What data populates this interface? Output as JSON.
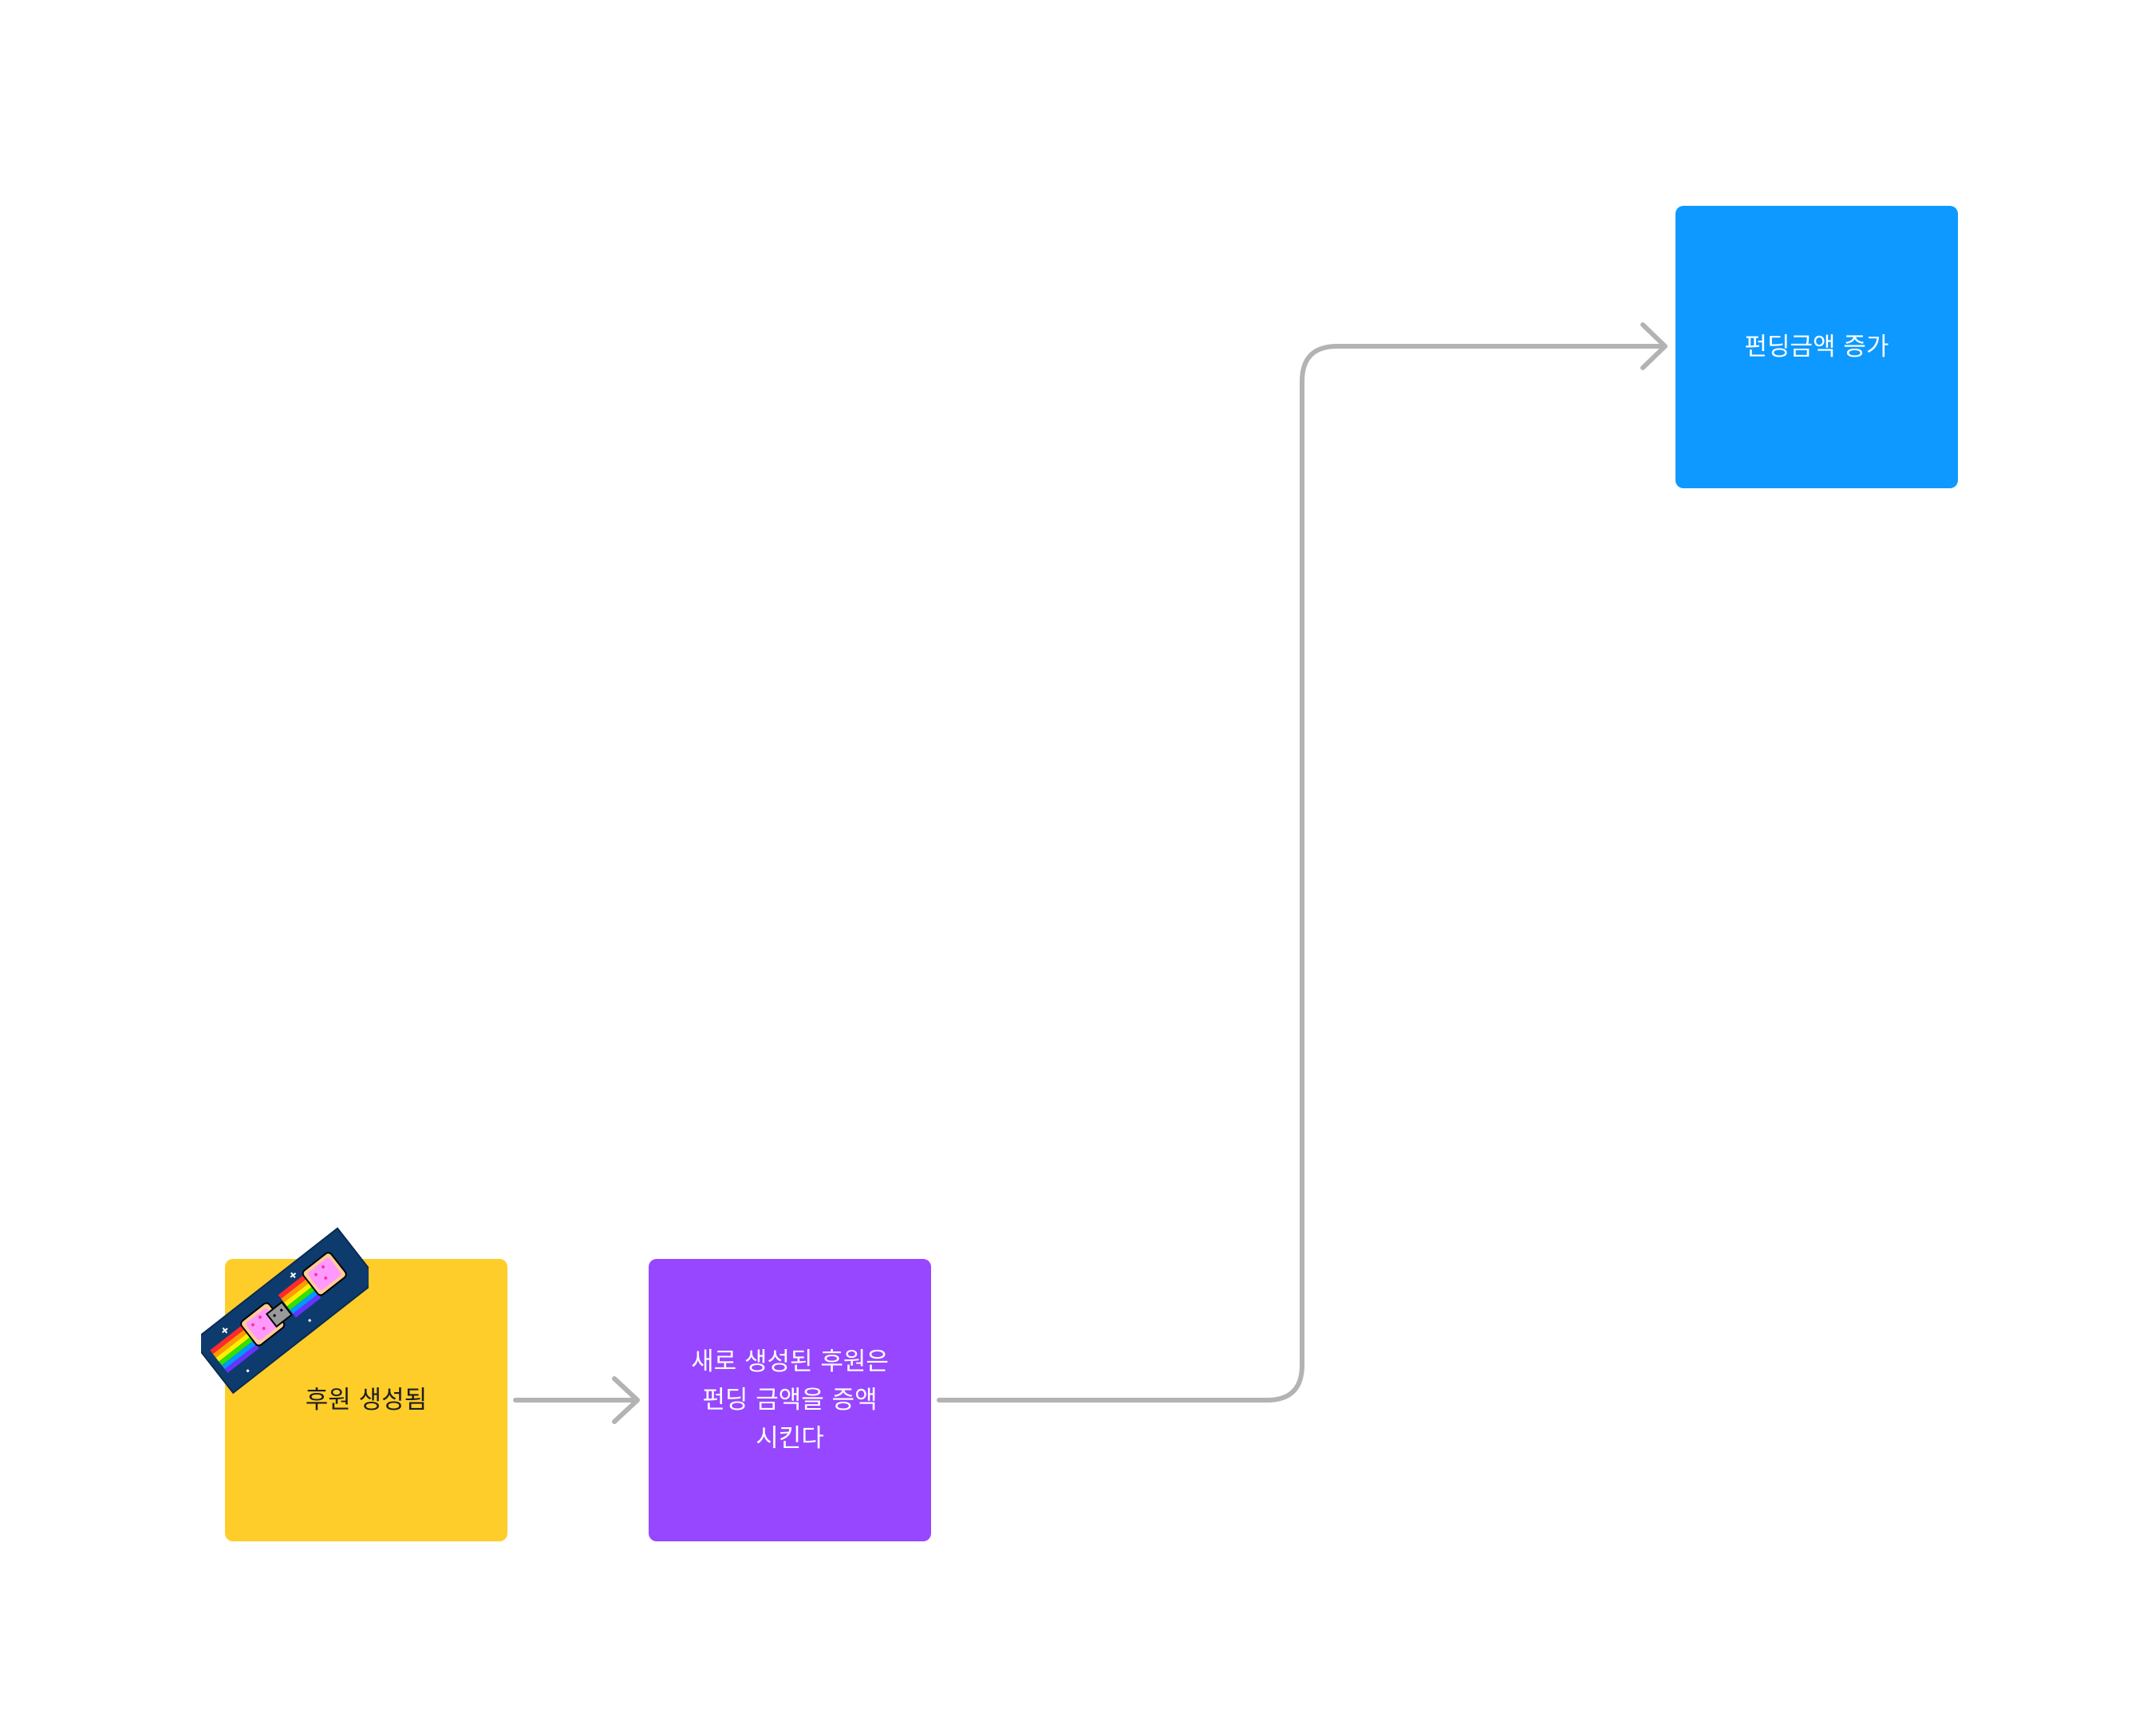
{
  "colors": {
    "background": "#ffffff",
    "connector": "#b3b3b3",
    "yellow_note": "#ffcd29",
    "purple_note": "#9747ff",
    "blue_note": "#0d99ff",
    "dark_text": "#1e1e1e",
    "light_text": "#ffffff"
  },
  "nodes": {
    "donation_created": {
      "label": "후원 생성됨",
      "color": "#ffcd29"
    },
    "increase_funding": {
      "label": "새로 생성된 후원은\n펀딩 금액을 증액\n시킨다",
      "color": "#9747ff"
    },
    "funding_increased": {
      "label": "펀딩금액  증가",
      "color": "#0d99ff"
    }
  },
  "edges": [
    {
      "from": "donation_created",
      "to": "increase_funding"
    },
    {
      "from": "increase_funding",
      "to": "funding_increased"
    }
  ],
  "sticker": {
    "icon": "nyan-cat-sticker-icon"
  }
}
